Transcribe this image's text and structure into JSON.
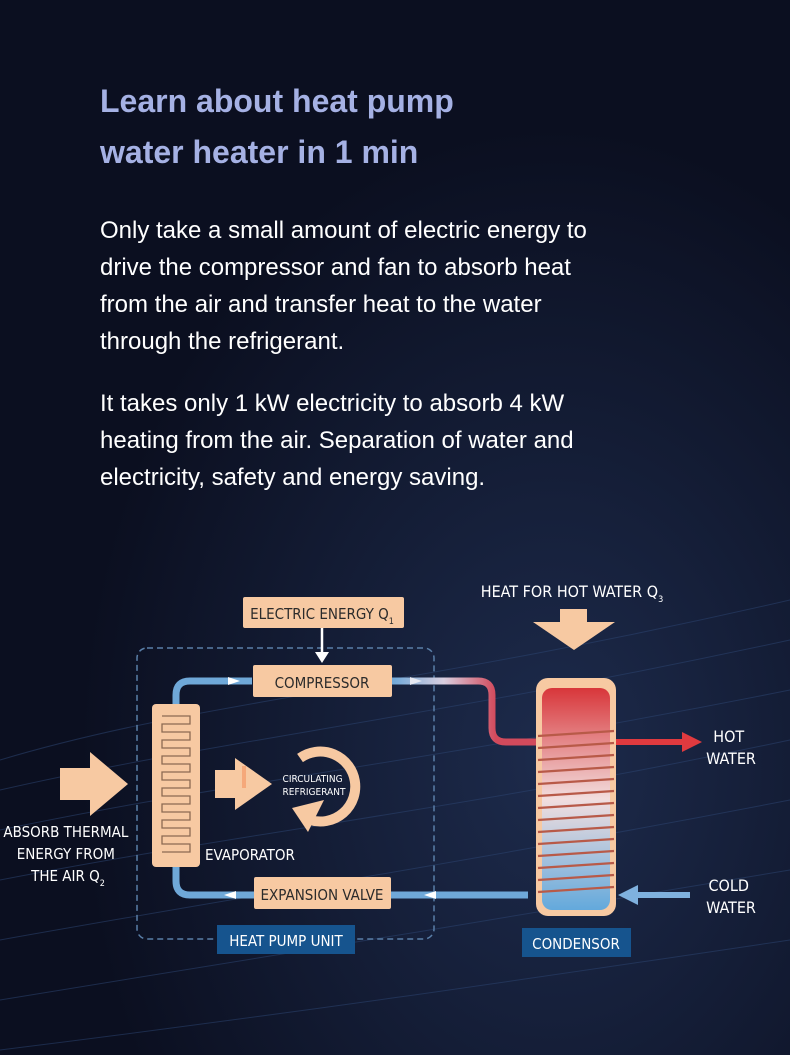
{
  "header": {
    "title_line1": "Learn about heat pump",
    "title_line2": "water heater in 1 min"
  },
  "intro": {
    "paragraph1": [
      "Only take a small amount of electric energy to",
      "drive the compressor and fan to absorb heat",
      "from the air and transfer heat to the water",
      "through the refrigerant."
    ],
    "paragraph2": [
      "It takes only 1 kW electricity to absorb 4 kW",
      "heating from the air. Separation of water and",
      "electricity, safety and energy saving."
    ]
  },
  "diagram": {
    "heat_for_hot_water": {
      "text": "HEAT FOR HOT WATER Q",
      "sub": "3"
    },
    "electric_energy": {
      "text": "ELECTRIC ENERGY Q",
      "sub": "1"
    },
    "compressor": "COMPRESSOR",
    "expansion_valve": "EXPANSION VALVE",
    "evaporator": "EVAPORATOR",
    "circulating_refrigerant": [
      "CIRCULATING",
      "REFRIGERANT"
    ],
    "absorb_thermal": {
      "lines": [
        "ABSORB THERMAL",
        "ENERGY FROM",
        "THE AIR Q"
      ],
      "sub": "2"
    },
    "hot_water": [
      "HOT",
      "WATER"
    ],
    "cold_water": [
      "COLD",
      "WATER"
    ],
    "heat_pump_unit": "HEAT PUMP UNIT",
    "condensor": "CONDENSOR",
    "colors": {
      "label_fill": "#f7c9a2",
      "label_text": "#2b2b2b",
      "pipe_cold": "#6fa8d8",
      "pipe_hot": "#d24a5c",
      "tag_fill": "#16548e",
      "hot_arrow": "#e03a3f",
      "cold_arrow": "#7fb1de"
    }
  }
}
